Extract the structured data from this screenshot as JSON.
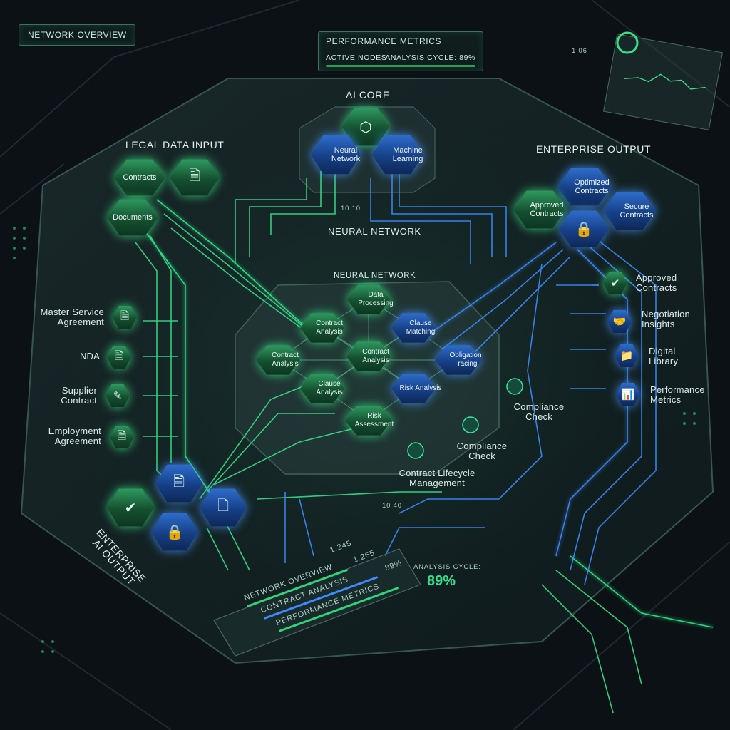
{
  "header": {
    "network_overview": "NETWORK OVERVIEW",
    "performance_metrics": "PERFORMANCE METRICS",
    "active_nodes": "ACTIVE NODES",
    "analysis_cycle": "ANALYSIS CYCLE: 89%",
    "top_right_value": "1.06"
  },
  "sections": {
    "ai_core": "AI CORE",
    "legal_data_input": "LEGAL DATA INPUT",
    "enterprise_output": "ENTERPRISE OUTPUT",
    "neural_network_upper": "NEURAL NETWORK",
    "neural_network_center": "NEURAL NETWORK",
    "enterprise_ai_output": "ENTERPRISE AI OUTPUT"
  },
  "ai_core_nodes": {
    "neural_network": "Neural Network",
    "machine_learning": "Machine Learning"
  },
  "input_nodes": {
    "contracts": "Contracts",
    "documents": "Documents"
  },
  "output_nodes": {
    "optimized_contracts": "Optimized Contracts",
    "approved_contracts": "Approved Contracts",
    "secure_contracts": "Secure Contracts"
  },
  "center_nodes": {
    "data_processing": "Data Processing",
    "contract_analysis_top": "Contract Analysis",
    "clause_matching": "Clause Matching",
    "contract_analysis_left": "Contract Analysis",
    "contract_analysis_mid": "Contract Analysis",
    "obligation_tracing": "Obligation Tracing",
    "clause_analysis": "Clause Analysis",
    "risk_analysis": "Risk Analysis",
    "risk_assessment": "Risk Assessment"
  },
  "left_list": [
    {
      "label": "Master Service Agreement",
      "icon": "document-icon"
    },
    {
      "label": "NDA",
      "icon": "document-icon"
    },
    {
      "label": "Supplier Contract",
      "icon": "document-edit-icon"
    },
    {
      "label": "Employment Agreement",
      "icon": "document-icon"
    }
  ],
  "right_list": [
    {
      "label": "Approved Contracts",
      "icon": "approved-document-icon"
    },
    {
      "label": "Negotiation Insights",
      "icon": "handshake-icon"
    },
    {
      "label": "Digital Library",
      "icon": "folder-icon"
    },
    {
      "label": "Performance Metrics",
      "icon": "bar-chart-icon"
    }
  ],
  "floating_labels": {
    "compliance_check_1": "Compliance Check",
    "compliance_check_2": "Compliance Check",
    "contract_lifecycle": "Contract Lifecycle Management",
    "path_code_1": "10 10",
    "path_code_2": "10 40"
  },
  "bottom": {
    "analysis_cycle_label": "ANALYSIS CYCLE:",
    "analysis_cycle_value": "89%",
    "network_overview": "NETWORK OVERVIEW",
    "contract_analysis": "CONTRACT ANALYSIS",
    "performance_metrics": "PERFORMANCE METRICS",
    "value_1": "1.245",
    "value_2": "1.265",
    "value_3": "89%",
    "cycle_progress": 0.89
  },
  "colors": {
    "green_accent": "#36e08a",
    "blue_accent": "#3c8cff",
    "background": "#0b1114"
  }
}
